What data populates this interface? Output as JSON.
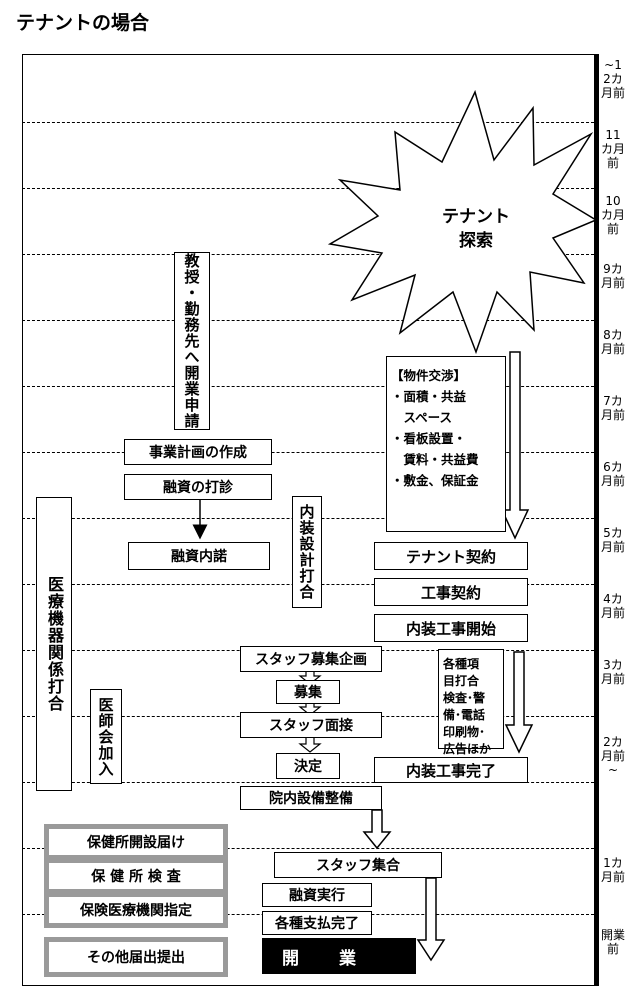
{
  "title": "テナントの場合",
  "months": [
    {
      "label": "~12カ月前"
    },
    {
      "label": "11カ月前"
    },
    {
      "label": "10カ月前"
    },
    {
      "label": "9カ月前"
    },
    {
      "label": "8カ月前"
    },
    {
      "label": "7カ月前"
    },
    {
      "label": "6カ月前"
    },
    {
      "label": "5カ月前"
    },
    {
      "label": "4カ月前"
    },
    {
      "label": "3カ月前"
    },
    {
      "label": "2カ月前~"
    },
    {
      "label": "1カ月前"
    },
    {
      "label": "開業前"
    }
  ],
  "burst": "テナント探索",
  "boxes": {
    "kyoju": "教授・勤務先へ開業申請",
    "jigyo": "事業計画の作成",
    "yushi_dashin": "融資の打診",
    "yushi_naidaku": "融資内諾",
    "naiso_sekkei": "内装設計打合",
    "bukken_head": "【物件交渉】",
    "bukken_items": [
      "・面積・共益",
      "　スペース",
      "・看板設置・",
      "　賃料・共益費",
      "・敷金、保証金"
    ],
    "tenant_keiyaku": "テナント契約",
    "koji_keiyaku": "工事契約",
    "naiso_kaishi": "内装工事開始",
    "iryo": "医療機器関係打合",
    "ishikai": "医師会加入",
    "staff_kikaku": "スタッフ募集企画",
    "boshu": "募集",
    "staff_mensetsu": "スタッフ面接",
    "kettei": "決定",
    "kakushu": [
      "各種項",
      "目打合",
      "検査･警",
      "備･電話",
      "印刷物･",
      "広告ほか"
    ],
    "naiso_kanryo": "内装工事完了",
    "innai": "院内設備整備",
    "hokenjo_todoke": "保健所開設届け",
    "hokenjo_kensa": "保 健 所 検 査",
    "hoken_shitei": "保険医療機関指定",
    "sonota": "その他届出提出",
    "staff_shugo": "スタッフ集合",
    "yushi_jikko": "融資実行",
    "shiharai": "各種支払完了",
    "kaigyo": "開業"
  }
}
